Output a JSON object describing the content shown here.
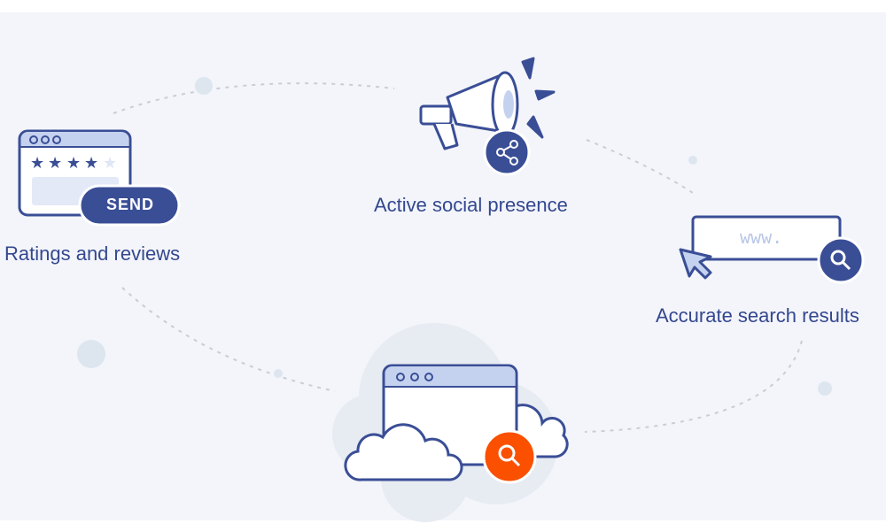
{
  "nodes": {
    "ratings": {
      "label": "Ratings and reviews",
      "button": "SEND",
      "stars_filled": 4,
      "stars_total": 5
    },
    "social": {
      "label": "Active social presence"
    },
    "search": {
      "label": "Accurate search results",
      "url_text": "www."
    },
    "cloud": {}
  },
  "colors": {
    "navy": "#3a4e96",
    "light": "#c5d2ef",
    "accent": "#fa5000",
    "bg": "#f3f5fa"
  }
}
